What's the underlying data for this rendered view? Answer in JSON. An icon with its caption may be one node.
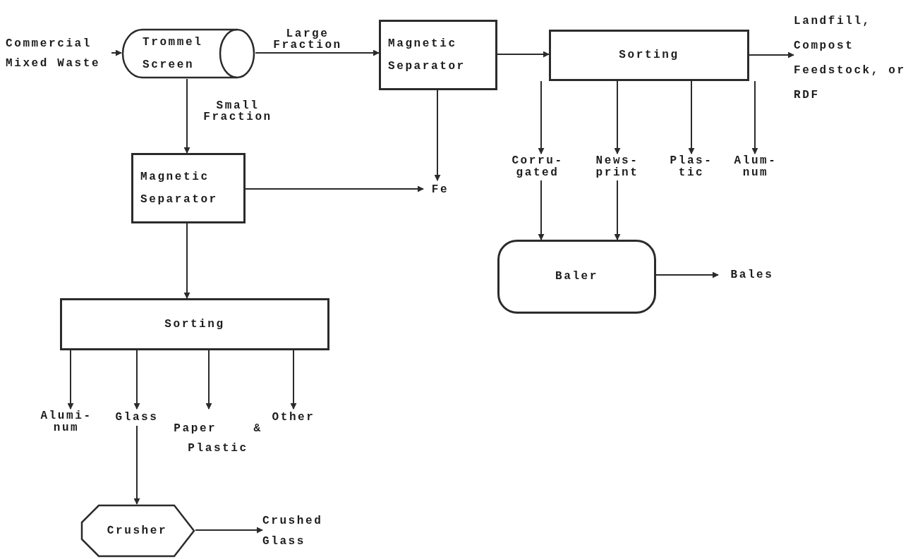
{
  "diagram": {
    "nodes": [
      {
        "text": [
          "Commercial Mixed Waste"
        ]
      },
      {
        "text": [
          "Trommel Screen"
        ]
      },
      {
        "text": [
          "Magnetic Separator"
        ]
      },
      {
        "text": [
          "Sorting"
        ]
      },
      {
        "text": [
          "Landfill, Compost Feedstock, or RDF"
        ]
      },
      {
        "text": [
          "Magnetic Separator"
        ]
      },
      {
        "text": [
          "Fe"
        ]
      },
      {
        "text": [
          "Corru- gated"
        ]
      },
      {
        "text": [
          "News- print"
        ]
      },
      {
        "text": [
          "Plas- tic"
        ]
      },
      {
        "text": [
          "Alum- num"
        ]
      },
      {
        "text": [
          "Baler"
        ]
      },
      {
        "text": [
          "Bales"
        ]
      },
      {
        "text": [
          "Sorting"
        ]
      },
      {
        "text": [
          "Alumi- num"
        ]
      },
      {
        "text": [
          "Glass"
        ]
      },
      {
        "text": [
          "Paper & Plastic"
        ]
      },
      {
        "text": [
          "Other"
        ]
      },
      {
        "text": [
          "Crusher"
        ]
      },
      {
        "text": [
          "Crushed Glass"
        ]
      }
    ],
    "edges": [
      {
        "from": 0,
        "to": 1,
        "arrow": "to"
      },
      {
        "from": 1,
        "to": 2,
        "arrow": "to",
        "label": "Large Fraction"
      },
      {
        "from": 1,
        "to": 5,
        "arrow": "to",
        "label": "Small Fraction"
      },
      {
        "from": 2,
        "to": 3,
        "arrow": "to"
      },
      {
        "from": 2,
        "to": 6,
        "arrow": "to"
      },
      {
        "from": 3,
        "to": 4,
        "arrow": "to"
      },
      {
        "from": 3,
        "to": 7,
        "arrow": "to"
      },
      {
        "from": 3,
        "to": 8,
        "arrow": "to"
      },
      {
        "from": 3,
        "to": 9,
        "arrow": "to"
      },
      {
        "from": 3,
        "to": 10,
        "arrow": "to"
      },
      {
        "from": 7,
        "to": 11,
        "arrow": "to"
      },
      {
        "from": 8,
        "to": 11,
        "arrow": "to"
      },
      {
        "from": 11,
        "to": 12,
        "arrow": "to"
      },
      {
        "from": 5,
        "to": 6,
        "arrow": "to"
      },
      {
        "from": 5,
        "to": 13,
        "arrow": "to"
      },
      {
        "from": 13,
        "to": 14,
        "arrow": "to"
      },
      {
        "from": 13,
        "to": 15,
        "arrow": "to"
      },
      {
        "from": 13,
        "to": 16,
        "arrow": "to"
      },
      {
        "from": 13,
        "to": 17,
        "arrow": "to"
      },
      {
        "from": 15,
        "to": 18,
        "arrow": "to"
      },
      {
        "from": 18,
        "to": 19,
        "arrow": "to"
      }
    ]
  }
}
